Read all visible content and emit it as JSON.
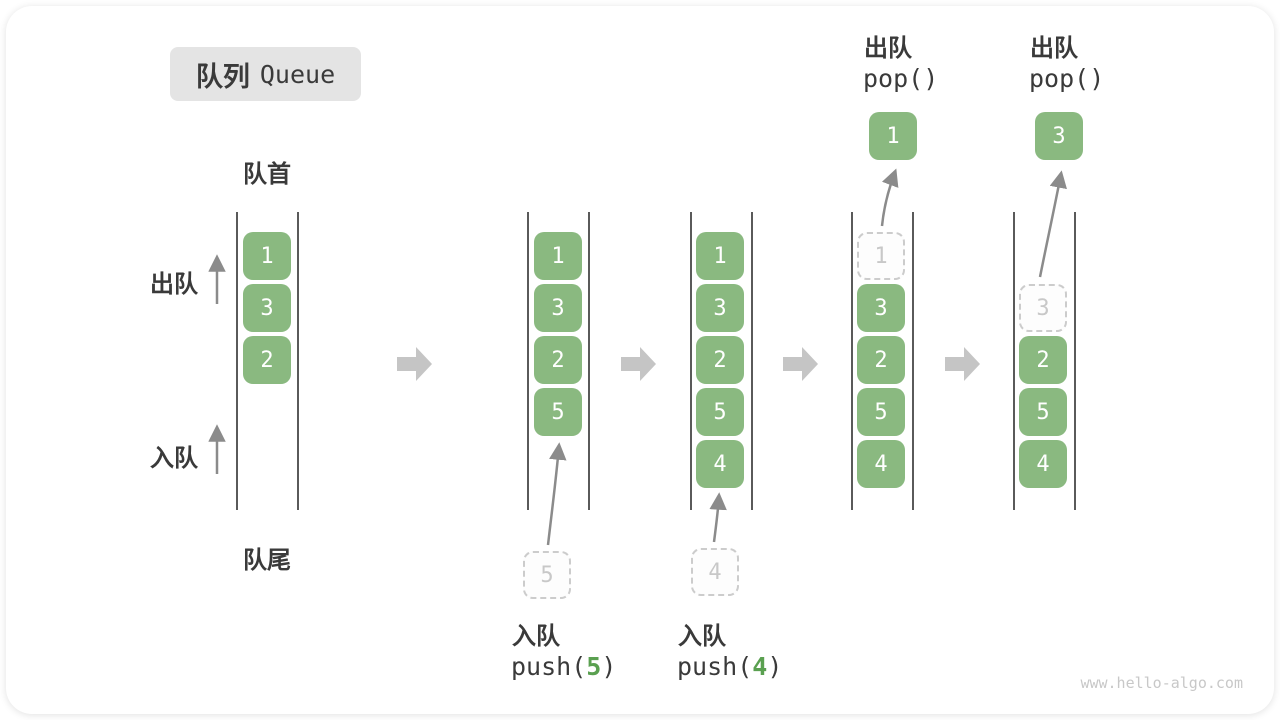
{
  "title": {
    "zh": "队列",
    "en": "Queue"
  },
  "labels": {
    "front": "队首",
    "rear": "队尾",
    "side_dequeue": "出队",
    "side_enqueue": "入队"
  },
  "states": [
    {
      "items": [
        "1",
        "3",
        "2"
      ]
    },
    {
      "items": [
        "1",
        "3",
        "2",
        "5"
      ],
      "incoming": "5"
    },
    {
      "items": [
        "1",
        "3",
        "2",
        "5",
        "4"
      ],
      "incoming": "4"
    },
    {
      "items": [
        "3",
        "2",
        "5",
        "4"
      ],
      "removed": "1",
      "popped": "1"
    },
    {
      "items": [
        "2",
        "5",
        "4"
      ],
      "removed": "3",
      "popped": "3"
    }
  ],
  "operations": {
    "push5": {
      "action": "入队",
      "code_pre": "push(",
      "arg": "5",
      "code_post": ")"
    },
    "push4": {
      "action": "入队",
      "code_pre": "push(",
      "arg": "4",
      "code_post": ")"
    },
    "pop1": {
      "action": "出队",
      "code": "pop()"
    },
    "pop2": {
      "action": "出队",
      "code": "pop()"
    }
  },
  "watermark": "www.hello-algo.com",
  "colors": {
    "box_green": "#8ab980",
    "code_arg_green": "#5aa050",
    "dashed_border": "#cccccc",
    "thin_arrow": "#8b8b8b",
    "block_arrow": "#c5c5c5",
    "text": "#3a3a3a",
    "badge_bg": "#e4e4e4",
    "queue_line": "#5a5a5a"
  }
}
